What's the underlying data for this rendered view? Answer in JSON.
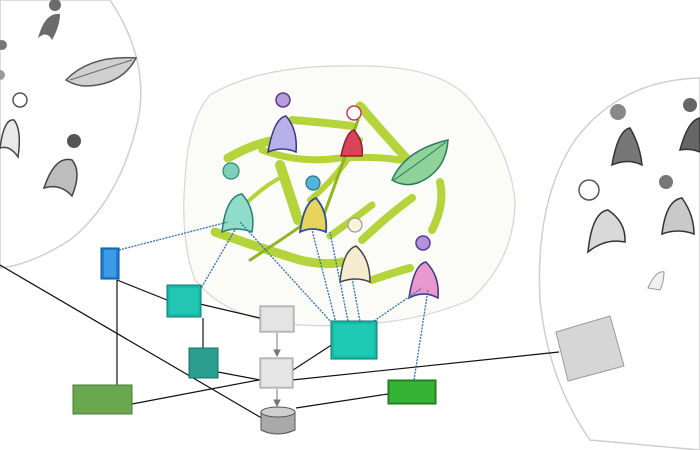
{
  "diagram": {
    "colors": {
      "paper_edge": "#c8c8c8",
      "yarn": "#b5d33a",
      "yarn_dark": "#9bbd2a",
      "connector_blue": "#2f6fb3",
      "connector_black": "#111111",
      "node_blue": "#1d7fd1",
      "node_teal": "#17b8a6",
      "node_teal_dark": "#2a9d8f",
      "node_gray": "#d6d6d6",
      "node_green": "#6aa84f",
      "node_green_bright": "#2a9d2a"
    },
    "sketch_figures": {
      "left_panel": [
        "person-icon",
        "person-icon",
        "person-icon",
        "person-icon",
        "person-icon",
        "leaf-icon"
      ],
      "center_panel": [
        "person-purple-icon",
        "person-red-icon",
        "person-teal-icon",
        "person-blue-yellow-icon",
        "person-cream-icon",
        "person-pink-icon",
        "leaf-icon"
      ],
      "right_panel": [
        "person-icon",
        "person-icon",
        "person-icon",
        "person-icon",
        "person-icon"
      ]
    },
    "nodes": [
      {
        "id": "n-blue",
        "shape": "rect",
        "color": "node_blue"
      },
      {
        "id": "n-teal-1",
        "shape": "rect",
        "color": "node_teal"
      },
      {
        "id": "n-teal-2",
        "shape": "rect",
        "color": "node_teal_dark"
      },
      {
        "id": "n-teal-big",
        "shape": "rect",
        "color": "node_teal"
      },
      {
        "id": "n-gray-1",
        "shape": "rect",
        "color": "node_gray"
      },
      {
        "id": "n-gray-2",
        "shape": "rect",
        "color": "node_gray"
      },
      {
        "id": "n-gray-cyl",
        "shape": "cylinder",
        "color": "node_gray"
      },
      {
        "id": "n-green-wide",
        "shape": "rect",
        "color": "node_green"
      },
      {
        "id": "n-green-small",
        "shape": "rect",
        "color": "node_green_bright"
      },
      {
        "id": "n-gray-right",
        "shape": "rect",
        "color": "node_gray"
      }
    ]
  }
}
